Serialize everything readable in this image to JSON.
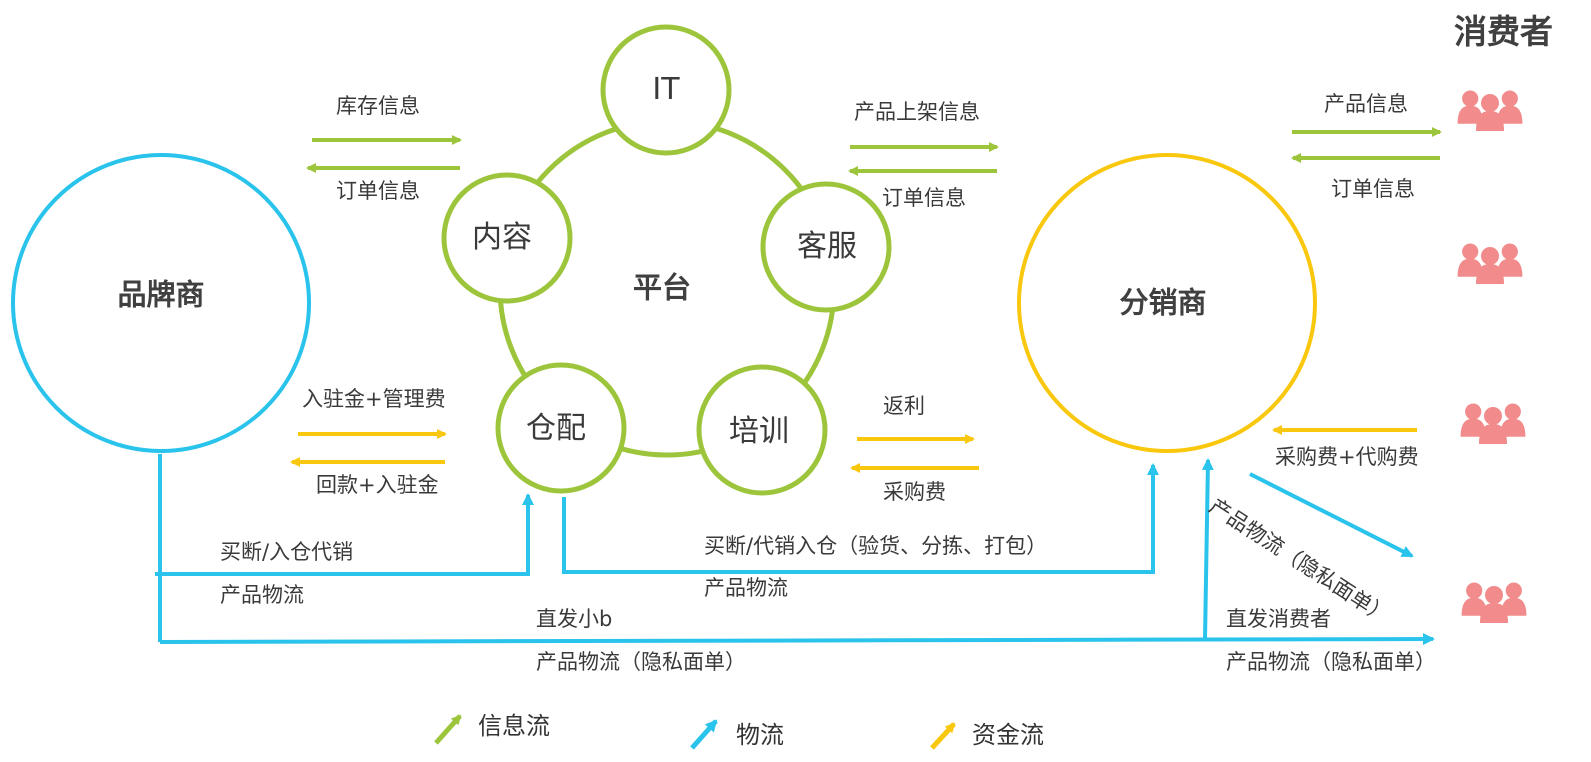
{
  "nodes": {
    "brand": "品牌商",
    "platform": "平台",
    "distributor": "分销商",
    "consumer": "消费者",
    "it": "IT",
    "content": "内容",
    "service": "客服",
    "warehouse": "仓配",
    "training": "培训"
  },
  "flows": {
    "brand_to_platform_info": "库存信息",
    "platform_to_brand_order": "订单信息",
    "platform_to_dist_info": "产品上架信息",
    "dist_to_platform_order": "订单信息",
    "dist_to_consumer_info": "产品信息",
    "consumer_to_dist_order": "订单信息",
    "brand_fee": "入驻金+管理费",
    "brand_refund": "回款+入驻金",
    "rebate": "返利",
    "purchase_fee": "采购费",
    "consumer_fee": "采购费+代购费",
    "buyout_consign": "买断/入仓代销",
    "product_logistics_1": "产品物流",
    "buyout_inbound": "买断/代销入仓（验货、分拣、打包）",
    "product_logistics_2": "产品物流",
    "direct_b": "直发小b",
    "logistics_private_1": "产品物流（隐私面单）",
    "logistics_private_diag": "产品物流（隐私面单）",
    "direct_consumer": "直发消费者",
    "logistics_private_2": "产品物流（隐私面单）"
  },
  "legend": {
    "info": "信息流",
    "logistics": "物流",
    "capital": "资金流"
  },
  "colors": {
    "info": "#9dc53c",
    "logistics": "#29c3ec",
    "capital": "#f9c80e",
    "consumer_icon": "#f28b8b"
  },
  "icons": [
    "people-icon",
    "people-icon",
    "people-icon",
    "people-icon"
  ]
}
